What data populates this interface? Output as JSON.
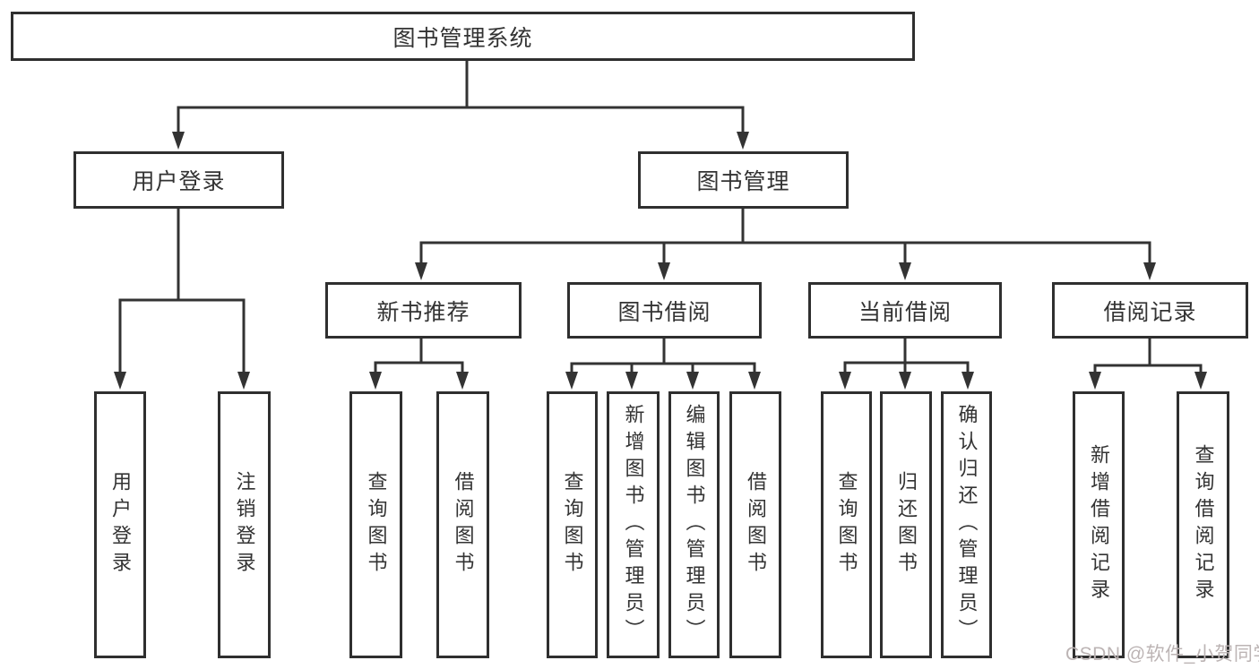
{
  "diagram": {
    "root": {
      "label": "图书管理系统"
    },
    "level1": [
      {
        "label": "用户登录",
        "leaves": [
          {
            "label": "用户登录"
          },
          {
            "label": "注销登录"
          }
        ]
      },
      {
        "label": "图书管理",
        "children": [
          {
            "label": "新书推荐",
            "leaves": [
              {
                "label": "查询图书"
              },
              {
                "label": "借阅图书"
              }
            ]
          },
          {
            "label": "图书借阅",
            "leaves": [
              {
                "label": "查询图书"
              },
              {
                "label": "新增图书（管理员）"
              },
              {
                "label": "编辑图书（管理员）"
              },
              {
                "label": "借阅图书"
              }
            ]
          },
          {
            "label": "当前借阅",
            "leaves": [
              {
                "label": "查询图书"
              },
              {
                "label": "归还图书"
              },
              {
                "label": "确认归还（管理员）"
              }
            ]
          },
          {
            "label": "借阅记录",
            "leaves": [
              {
                "label": "新增借阅记录"
              },
              {
                "label": "查询借阅记录"
              }
            ]
          }
        ]
      }
    ]
  },
  "watermark": {
    "text": "CSDN @软件_小贺同学"
  },
  "colors": {
    "line": "#333333",
    "box_border": "#2f2f2f",
    "text": "#333333",
    "watermark": "#bcb4b4",
    "background": "#ffffff"
  }
}
